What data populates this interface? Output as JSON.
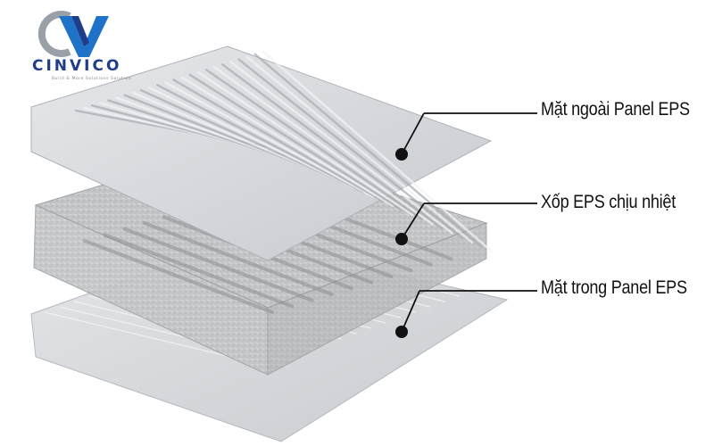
{
  "logo": {
    "brand": "CINVICO",
    "tagline": "Build & More Solutions Solution",
    "colors": {
      "navy": "#1f3d8a",
      "blue": "#1e73c8",
      "gray": "#9aa0a8"
    }
  },
  "layers": [
    {
      "id": "outer",
      "label": "Mặt ngoài Panel EPS"
    },
    {
      "id": "core",
      "label": "Xốp EPS chịu nhiệt"
    },
    {
      "id": "inner",
      "label": "Mặt trong Panel EPS"
    }
  ],
  "colors": {
    "sheet": "#d4d8dc",
    "foam": "#c4c6c8",
    "leader": "#111111"
  }
}
